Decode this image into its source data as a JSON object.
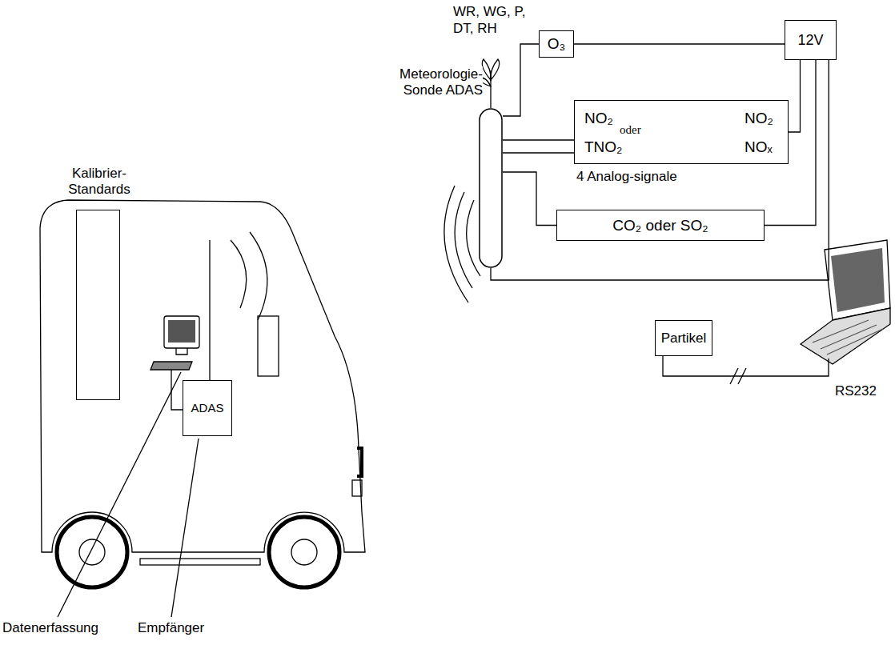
{
  "diagram": {
    "nodes": [
      {
        "text": [
          "Meteorologie- Sonde ADAS"
        ]
      },
      {
        "text": [
          "O₃"
        ]
      },
      {
        "text": [
          "12V"
        ]
      },
      {
        "text": [
          "NO₂",
          "oder",
          "NO₂",
          "TNO₂",
          "NOₓ"
        ]
      },
      {
        "text": [
          "CO₂ oder SO₂"
        ]
      },
      {
        "text": [
          "Partikel"
        ]
      },
      {
        "text": [
          "Kalibrier- Standards"
        ]
      },
      {
        "text": [
          "ADAS"
        ]
      }
    ],
    "edges": [
      {
        "from": 0,
        "to": 1,
        "arrow": "none"
      },
      {
        "from": 0,
        "to": 3,
        "arrow": "none"
      },
      {
        "from": 0,
        "to": 3,
        "arrow": "none"
      },
      {
        "from": 0,
        "to": 4,
        "arrow": "none"
      },
      {
        "from": 0,
        "to": 2,
        "arrow": "none"
      },
      {
        "from": 1,
        "to": 2,
        "arrow": "none"
      },
      {
        "from": 3,
        "to": 2,
        "arrow": "none"
      },
      {
        "from": 4,
        "to": 2,
        "arrow": "none"
      }
    ],
    "labels": [
      "WR, WG, P, DT, RH",
      "4 Analog-signale",
      "RS232",
      "Datenerfassung",
      "Empfänger"
    ]
  }
}
